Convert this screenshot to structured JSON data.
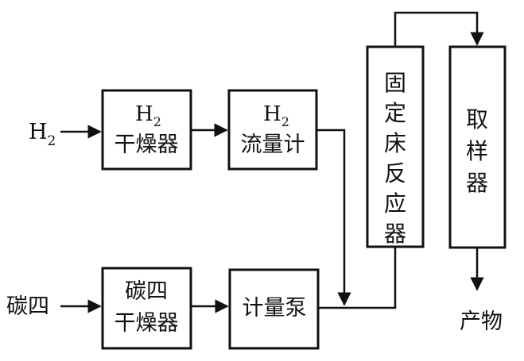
{
  "inputs": {
    "h2": {
      "main": "H",
      "sub": "2"
    },
    "c4": "碳四"
  },
  "boxes": {
    "h2_dryer": {
      "line1_main": "H",
      "line1_sub": "2",
      "line2": "干燥器"
    },
    "h2_flowmeter": {
      "line1_main": "H",
      "line1_sub": "2",
      "line2": "流量计"
    },
    "c4_dryer": {
      "line1": "碳四",
      "line2": "干燥器"
    },
    "metering_pump": {
      "label": "计量泵"
    },
    "fixed_bed_reactor": {
      "chars": [
        "固",
        "定",
        "床",
        "反",
        "应",
        "器"
      ]
    },
    "sampler": {
      "chars": [
        "取",
        "样",
        "器"
      ]
    }
  },
  "output": {
    "label": "产物"
  }
}
